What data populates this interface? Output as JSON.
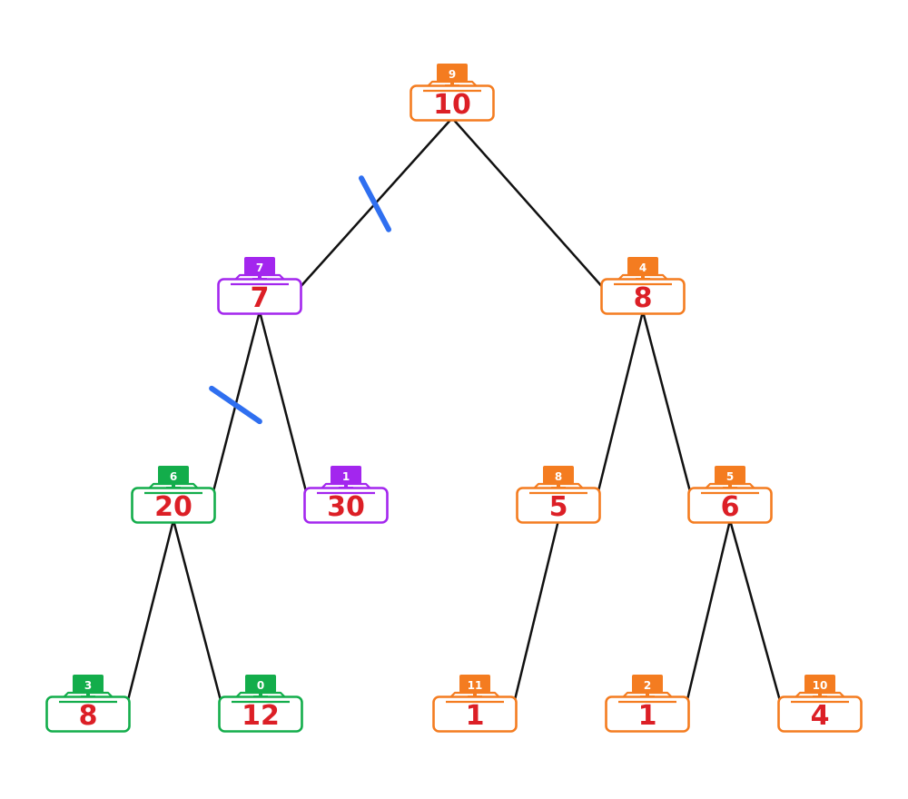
{
  "colors": {
    "edge": "#111111",
    "cut_marker": "#2f6ff0",
    "value_text": "#dc1f26",
    "id_text": "#ffffff",
    "group_orange": "#f47c20",
    "group_purple": "#a326ee",
    "group_green": "#13ad4b"
  },
  "icon": "computer-monitor-icon",
  "nodes": [
    {
      "key": "n9",
      "id": "9",
      "value": "10",
      "group": "orange"
    },
    {
      "key": "n7",
      "id": "7",
      "value": "7",
      "group": "purple"
    },
    {
      "key": "n4",
      "id": "4",
      "value": "8",
      "group": "orange"
    },
    {
      "key": "n6",
      "id": "6",
      "value": "20",
      "group": "green"
    },
    {
      "key": "n1",
      "id": "1",
      "value": "30",
      "group": "purple"
    },
    {
      "key": "n8",
      "id": "8",
      "value": "5",
      "group": "orange"
    },
    {
      "key": "n5",
      "id": "5",
      "value": "6",
      "group": "orange"
    },
    {
      "key": "n3",
      "id": "3",
      "value": "8",
      "group": "green"
    },
    {
      "key": "n0",
      "id": "0",
      "value": "12",
      "group": "green"
    },
    {
      "key": "n11",
      "id": "11",
      "value": "1",
      "group": "orange"
    },
    {
      "key": "n2",
      "id": "2",
      "value": "1",
      "group": "orange"
    },
    {
      "key": "n10",
      "id": "10",
      "value": "4",
      "group": "orange"
    }
  ],
  "edges": [
    {
      "from": "n9",
      "to": "n7",
      "cut": true
    },
    {
      "from": "n9",
      "to": "n4",
      "cut": false
    },
    {
      "from": "n7",
      "to": "n6",
      "cut": true
    },
    {
      "from": "n7",
      "to": "n1",
      "cut": false
    },
    {
      "from": "n4",
      "to": "n8",
      "cut": false
    },
    {
      "from": "n4",
      "to": "n5",
      "cut": false
    },
    {
      "from": "n6",
      "to": "n3",
      "cut": false
    },
    {
      "from": "n6",
      "to": "n0",
      "cut": false
    },
    {
      "from": "n8",
      "to": "n11",
      "cut": false
    },
    {
      "from": "n5",
      "to": "n2",
      "cut": false
    },
    {
      "from": "n5",
      "to": "n10",
      "cut": false
    }
  ]
}
